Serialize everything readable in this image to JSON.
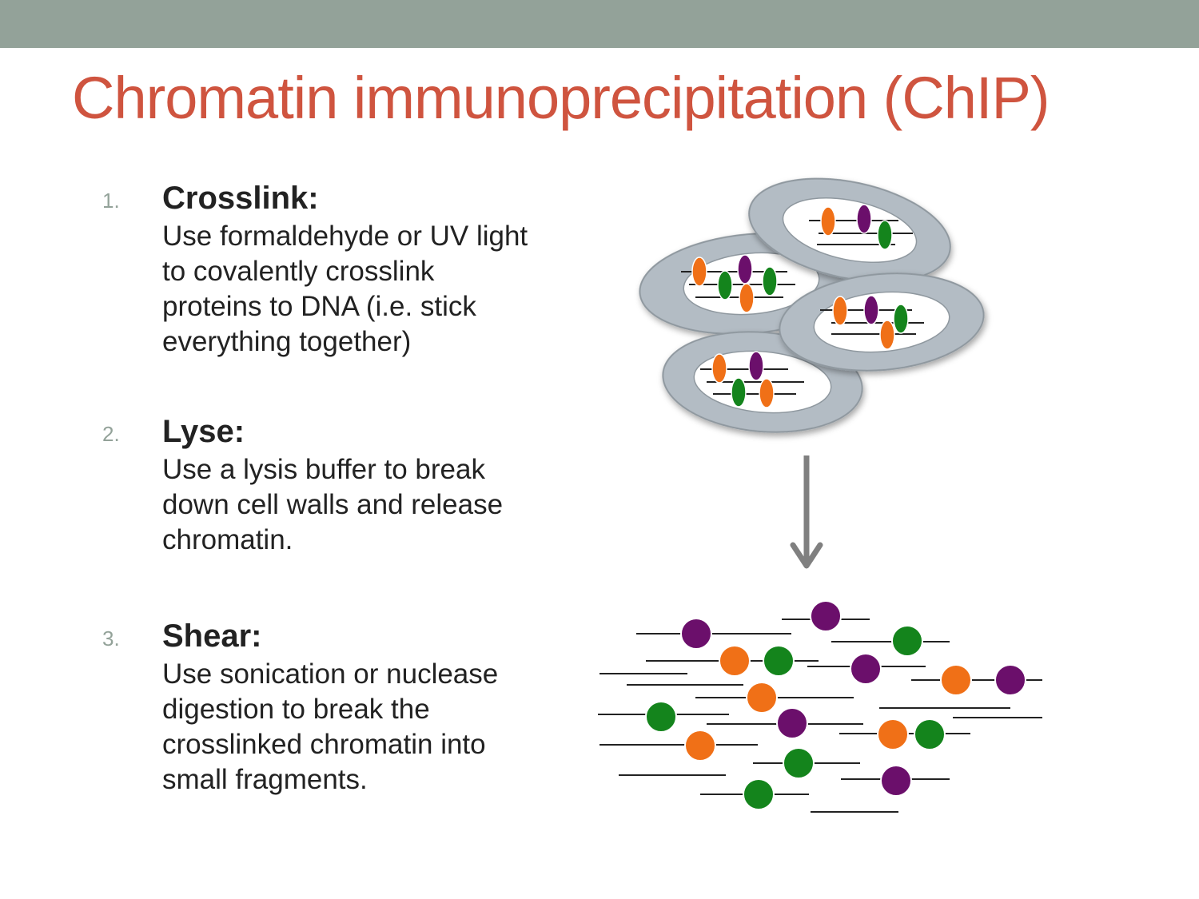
{
  "title": "Chromatin immunoprecipitation (ChIP)",
  "steps": [
    {
      "number": "1.",
      "heading": "Crosslink:",
      "description": "Use formaldehyde or UV light\nto covalently crosslink\nproteins to DNA (i.e. stick\neverything together)"
    },
    {
      "number": "2.",
      "heading": "Lyse:",
      "description": "Use a lysis buffer to break\ndown cell walls and release\nchromatin."
    },
    {
      "number": "3.",
      "heading": "Shear:",
      "description": "Use sonication or nuclease\ndigestion to break the\ncrosslinked chromatin into\nsmall fragments."
    }
  ],
  "colors": {
    "header_bar": "#93a299",
    "title": "#cf543f",
    "step_number": "#93a299",
    "text": "#222222",
    "cell": "#b3bcc4",
    "nucleus": "#ffffff",
    "protein_orange": "#f07017",
    "protein_purple": "#6b0f6b",
    "protein_green": "#14841c",
    "arrow": "#808080"
  },
  "diagram": {
    "cells_label": "crosslinked-cells",
    "arrow_label": "lysis-and-shear-arrow",
    "fragments_label": "sheared-chromatin-fragments"
  }
}
